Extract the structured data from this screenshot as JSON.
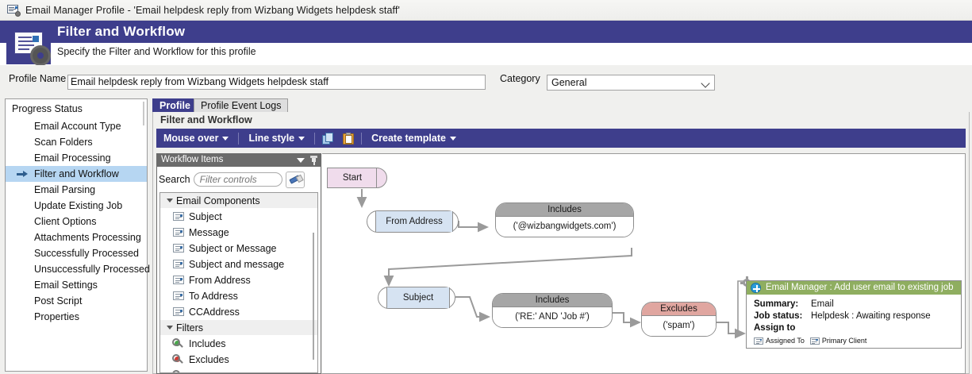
{
  "window": {
    "title": "Email Manager Profile - 'Email helpdesk reply from Wizbang Widgets helpdesk staff'",
    "icon": "email-profile-icon"
  },
  "header": {
    "title": "Filter and Workflow",
    "subtitle": "Specify the Filter and Workflow for this profile",
    "icon": "profile-settings-icon",
    "accent": "#3e3e8c"
  },
  "profile_row": {
    "profile_label": "Profile Name",
    "profile_value": "Email helpdesk reply from Wizbang Widgets helpdesk staff",
    "category_label": "Category",
    "category_value": "General"
  },
  "sidebar": {
    "title": "Progress Status",
    "items": [
      {
        "label": "Email Account Type",
        "active": false
      },
      {
        "label": "Scan Folders",
        "active": false
      },
      {
        "label": "Email Processing",
        "active": false
      },
      {
        "label": "Filter and Workflow",
        "active": true
      },
      {
        "label": "Email Parsing",
        "active": false
      },
      {
        "label": "Update Existing Job",
        "active": false
      },
      {
        "label": "Client Options",
        "active": false
      },
      {
        "label": "Attachments Processing",
        "active": false
      },
      {
        "label": "Successfully Processed",
        "active": false
      },
      {
        "label": "Unsuccessfully Processed",
        "active": false
      },
      {
        "label": "Email Settings",
        "active": false
      },
      {
        "label": "Post Script",
        "active": false
      },
      {
        "label": "Properties",
        "active": false
      }
    ]
  },
  "tabs": [
    {
      "label": "Profile",
      "selected": true
    },
    {
      "label": "Profile Event Logs",
      "selected": false
    }
  ],
  "groupbox": {
    "label": "Filter and Workflow"
  },
  "toolbar": {
    "mouse_over": "Mouse over",
    "line_style": "Line style",
    "create_template": "Create template",
    "copy_icon": "copy-icon",
    "paste_icon": "paste-icon"
  },
  "workflow_items": {
    "panel_title": "Workflow Items",
    "collapse_icon": "chevron-down-icon",
    "pin_icon": "pin-icon",
    "search_label": "Search",
    "search_placeholder": "Filter controls",
    "search_value": "",
    "clear_icon": "eraser-icon",
    "tree": [
      {
        "group": "Email Components",
        "children": [
          {
            "label": "Subject",
            "icon": "field-icon"
          },
          {
            "label": "Message",
            "icon": "field-icon"
          },
          {
            "label": "Subject or Message",
            "icon": "field-icon"
          },
          {
            "label": "Subject and message",
            "icon": "field-icon"
          },
          {
            "label": "From Address",
            "icon": "field-icon"
          },
          {
            "label": "To Address",
            "icon": "field-icon"
          },
          {
            "label": "CCAddress",
            "icon": "field-icon"
          }
        ]
      },
      {
        "group": "Filters",
        "children": [
          {
            "label": "Includes",
            "icon": "magnifier-include-icon"
          },
          {
            "label": "Excludes",
            "icon": "magnifier-exclude-icon"
          }
        ]
      }
    ]
  },
  "diagram": {
    "start": {
      "label": "Start"
    },
    "from_address": {
      "label": "From Address"
    },
    "includes_from": {
      "header": "Includes",
      "body": "('@wizbangwidgets.com')"
    },
    "subject": {
      "label": "Subject"
    },
    "includes_subject": {
      "header": "Includes",
      "body": "('RE:' AND 'Job #')"
    },
    "excludes_spam": {
      "header": "Excludes",
      "body": "('spam')"
    },
    "action": {
      "title": "Email Manager : Add user email to existing job",
      "plus_icon": "add-icon",
      "gear_icon": "gear-icon",
      "rows": [
        {
          "key": "Summary:",
          "value": "Email"
        },
        {
          "key": "Job status:",
          "value": "Helpdesk : Awaiting response"
        }
      ],
      "assign_to_label": "Assign to",
      "chips": [
        {
          "label": "Assigned To",
          "icon": "field-icon"
        },
        {
          "label": "Primary Client",
          "icon": "field-icon"
        }
      ]
    },
    "colors": {
      "start_fill": "#f0dcec",
      "component_fill": "#d6e3f2",
      "includes_header": "#a6a6a6",
      "excludes_header": "#e0a6a0",
      "action_header": "#8fae60",
      "wire": "#9a9a9a"
    }
  }
}
